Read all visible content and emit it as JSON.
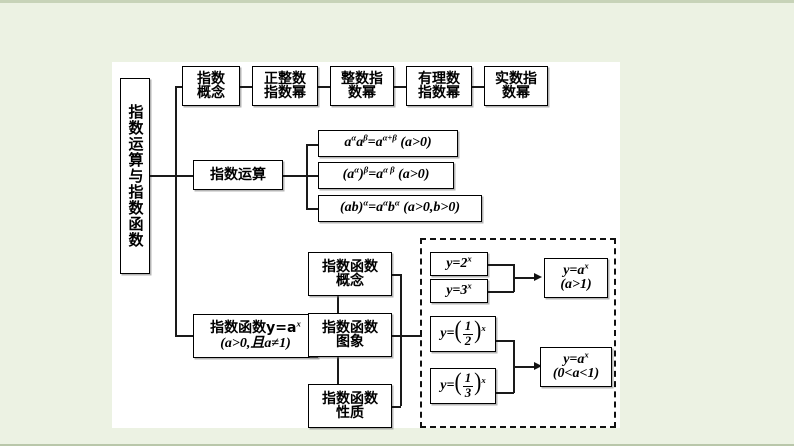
{
  "slide": {
    "background_color": "#ecf2e3",
    "panel_color": "#ffffff"
  },
  "diagram": {
    "title": "指数运算与指数函数",
    "branch_concept_chain": {
      "items": [
        {
          "line1": "指数",
          "line2": "概念"
        },
        {
          "line1": "正整数",
          "line2": "指数幂"
        },
        {
          "line1": "整数指",
          "line2": "数幂"
        },
        {
          "line1": "有理数",
          "line2": "指数幂"
        },
        {
          "line1": "实数指",
          "line2": "数幂"
        }
      ]
    },
    "branch_operation": {
      "label": "指数运算",
      "formulas": [
        {
          "id": "product-rule",
          "html": "a<sup>α</sup>a<sup>β</sup>=a<sup>α+β</sup> (a&gt;0)"
        },
        {
          "id": "power-rule",
          "html": "(a<sup>α</sup>)<sup>β</sup>=a<sup>α β</sup>  (a&gt;0)"
        },
        {
          "id": "product-power-rule",
          "html": "(ab)<sup>α</sup>=a<sup>α</sup>b<sup>α</sup> (a&gt;0,b&gt;0)"
        }
      ]
    },
    "branch_function": {
      "label_line1": "指数函数y=a",
      "label_line1_sup": "x",
      "label_line2": "(a>0,且a≠1)",
      "subtopics": [
        {
          "line1": "指数函数",
          "line2": "概念"
        },
        {
          "line1": "指数函数",
          "line2": "图象"
        },
        {
          "line1": "指数函数",
          "line2": "性质"
        }
      ]
    },
    "graph_group": {
      "examples_growing": [
        {
          "base": "2",
          "label": "y=2",
          "sup": "x"
        },
        {
          "base": "3",
          "label": "y=3",
          "sup": "x"
        }
      ],
      "examples_decaying": [
        {
          "num": "1",
          "den": "2",
          "sup": "x"
        },
        {
          "num": "1",
          "den": "3",
          "sup": "x"
        }
      ],
      "result_growing": {
        "line1": "y=a",
        "line1_sup": "x",
        "line2": "(a>1)"
      },
      "result_decaying": {
        "line1": "y=a",
        "line1_sup": "x",
        "line2": "(0<a<1)"
      }
    }
  }
}
